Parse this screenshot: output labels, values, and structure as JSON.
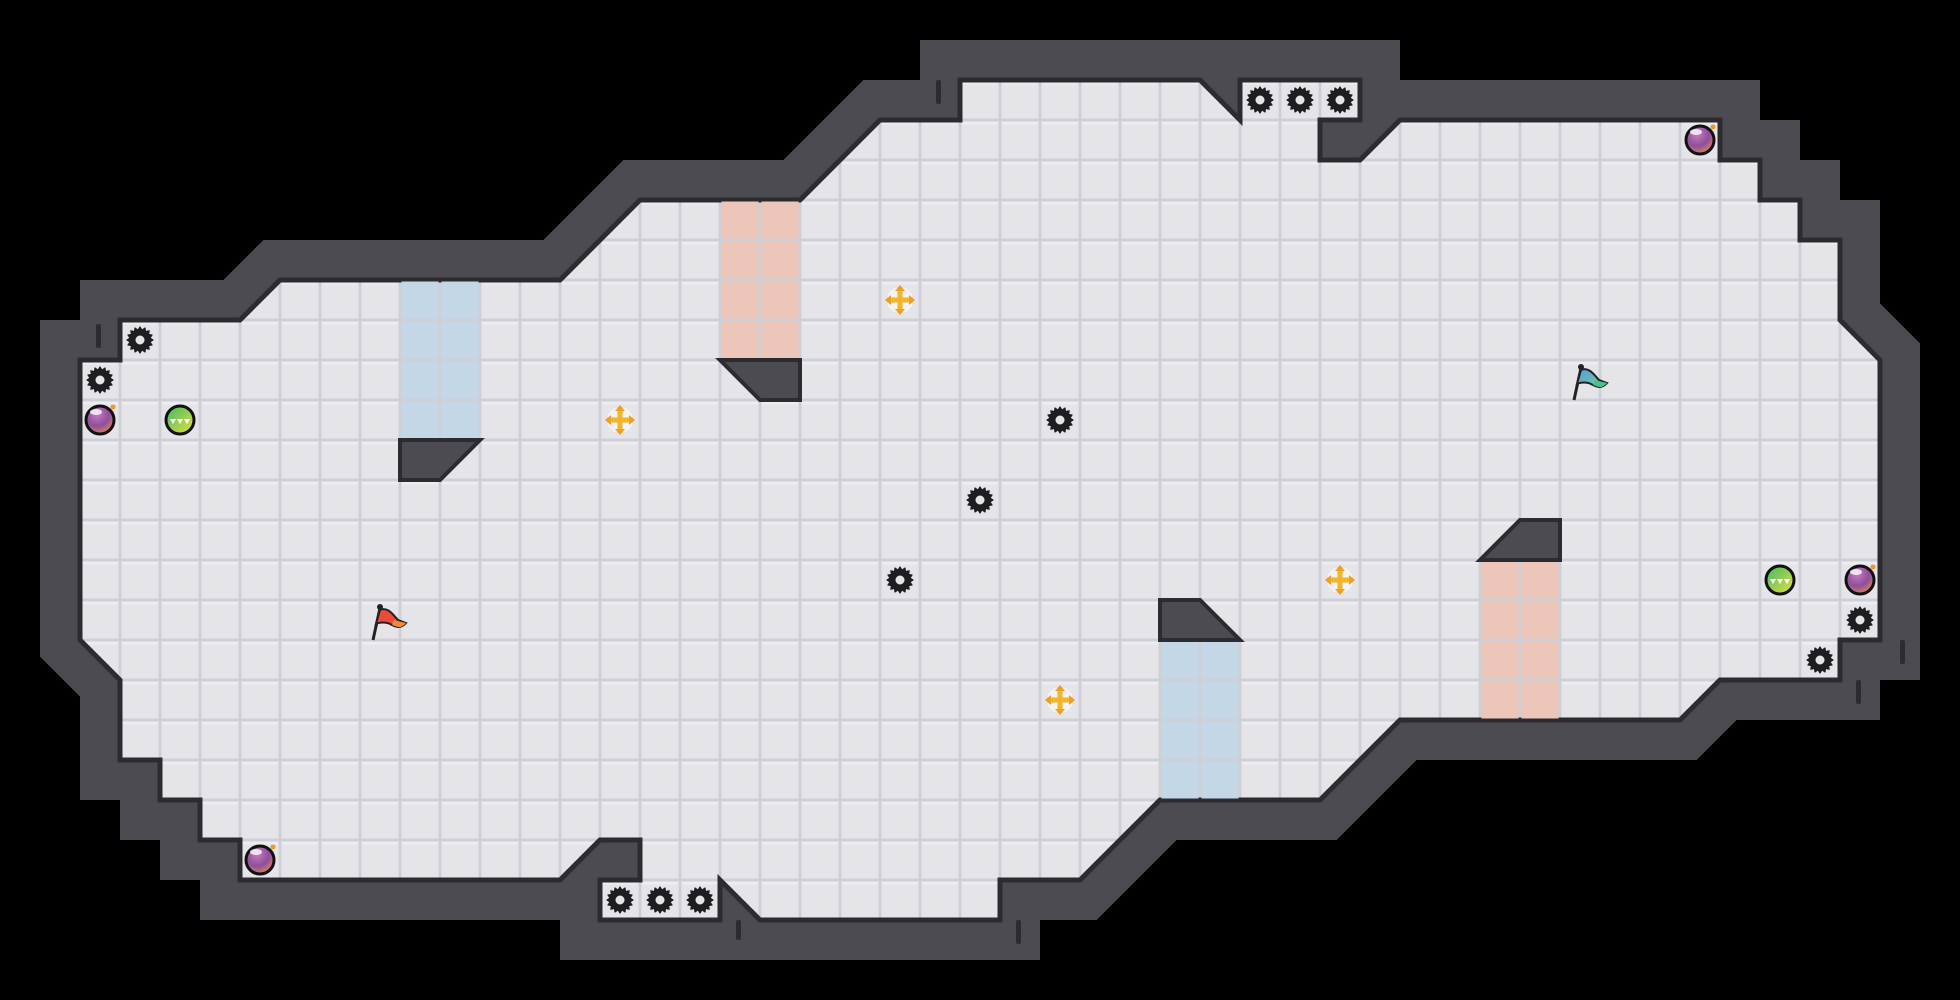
{
  "game": {
    "view": "level-map",
    "colors": {
      "background": "#000000",
      "wall": "#4b4b51",
      "wall_edge": "#2b2b30",
      "floor_tile": "#e4e4e9",
      "floor_grout": "#cfcfd6",
      "blue_zone": "#c3d7e6",
      "pink_zone": "#ebc6b9",
      "gear": "#1e1e22",
      "plus_item": "#f2b62a",
      "red_flag": "#ee4a3c",
      "blue_flag": "#6aa6d6"
    },
    "entities": {
      "gear_hazards": 13,
      "purple_bombs": 4,
      "green_orbs": 2,
      "plus_pickups": 4,
      "flags": [
        "red",
        "blue"
      ]
    }
  }
}
